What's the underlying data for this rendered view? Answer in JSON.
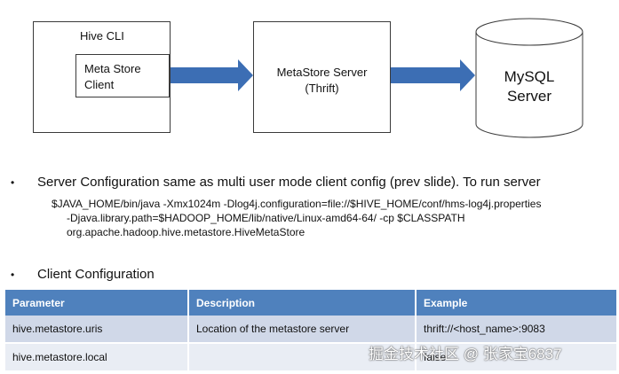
{
  "diagram": {
    "hive_cli": "Hive CLI",
    "metastore_client": [
      "Meta Store",
      "Client"
    ],
    "metastore_server": [
      "MetaStore Server",
      "(Thrift)"
    ],
    "mysql": [
      "MySQL",
      "Server"
    ]
  },
  "bullets": {
    "server_config": "Server Configuration same as multi user mode client config (prev slide). To run server",
    "command": [
      "$JAVA_HOME/bin/java -Xmx1024m -Dlog4j.configuration=file://$HIVE_HOME/conf/hms-log4j.properties",
      "-Djava.library.path=$HADOOP_HOME/lib/native/Linux-amd64-64/ -cp $CLASSPATH",
      "org.apache.hadoop.hive.metastore.HiveMetaStore"
    ],
    "client_config": "Client Configuration"
  },
  "table": {
    "headers": [
      "Parameter",
      "Description",
      "Example"
    ],
    "rows": [
      [
        "hive.metastore.uris",
        "Location of the metastore server",
        "thrift://<host_name>:9083"
      ],
      [
        "hive.metastore.local",
        "",
        "false"
      ]
    ]
  },
  "watermark": "掘金技术社区 @ 张家宝6837",
  "colors": {
    "header_bg": "#4f81bd",
    "row_odd": "#d0d8e8",
    "row_even": "#e9edf4",
    "arrow": "#3c6eb4"
  }
}
